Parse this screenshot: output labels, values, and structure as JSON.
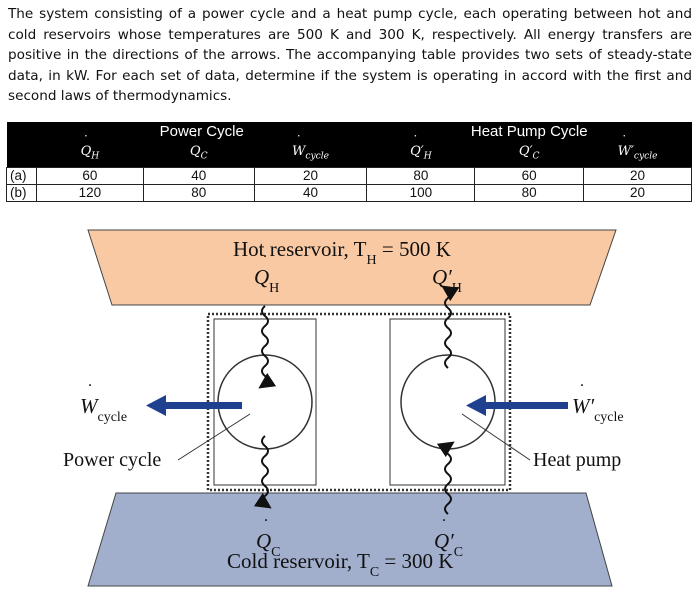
{
  "problem_text": "The system consisting of a power cycle and a heat pump cycle, each operating between hot and cold reservoirs whose temperatures are 500 K and 300 K, respectively. All energy transfers are positive in the directions of the arrows. The accompanying table provides two sets of steady-state data, in kW. For each set of data, determine if the system is operating in accord with the first and second laws of thermodynamics.",
  "table": {
    "groups": {
      "power": "Power Cycle",
      "heatpump": "Heat Pump Cycle"
    },
    "columns": [
      {
        "sym": "Q",
        "sub": "H",
        "prime": ""
      },
      {
        "sym": "Q",
        "sub": "C",
        "prime": ""
      },
      {
        "sym": "W",
        "sub": "cycle",
        "prime": ""
      },
      {
        "sym": "Q",
        "sub": "H",
        "prime": "′"
      },
      {
        "sym": "Q",
        "sub": "C",
        "prime": "′"
      },
      {
        "sym": "W",
        "sub": "cycle",
        "prime": "′"
      }
    ],
    "rows": [
      {
        "label": "(a)",
        "values": [
          "60",
          "40",
          "20",
          "80",
          "60",
          "20"
        ]
      },
      {
        "label": "(b)",
        "values": [
          "120",
          "80",
          "40",
          "100",
          "80",
          "20"
        ]
      }
    ]
  },
  "figure": {
    "hot_label": "Hot reservoir, T",
    "hot_sub": "H",
    "hot_value": " = 500 K",
    "cold_label": "Cold reservoir, T",
    "cold_sub": "C",
    "cold_value": " = 300 K",
    "qh": "Q",
    "qh_sub": "H",
    "qh_prime": "Q′",
    "qh_prime_sub": "H",
    "qc": "Q",
    "qc_sub": "C",
    "qc_prime": "Q′",
    "qc_prime_sub": "C",
    "wcycle": "W",
    "wcycle_sub": "cycle",
    "wcycle_prime": "W′",
    "wcycle_prime_sub": "cycle",
    "power_cycle_label": "Power cycle",
    "heat_pump_label": "Heat pump",
    "hot_color": "#f9c9a3",
    "cold_color": "#a1aecc",
    "arrow_color": "#1f3f8f"
  }
}
